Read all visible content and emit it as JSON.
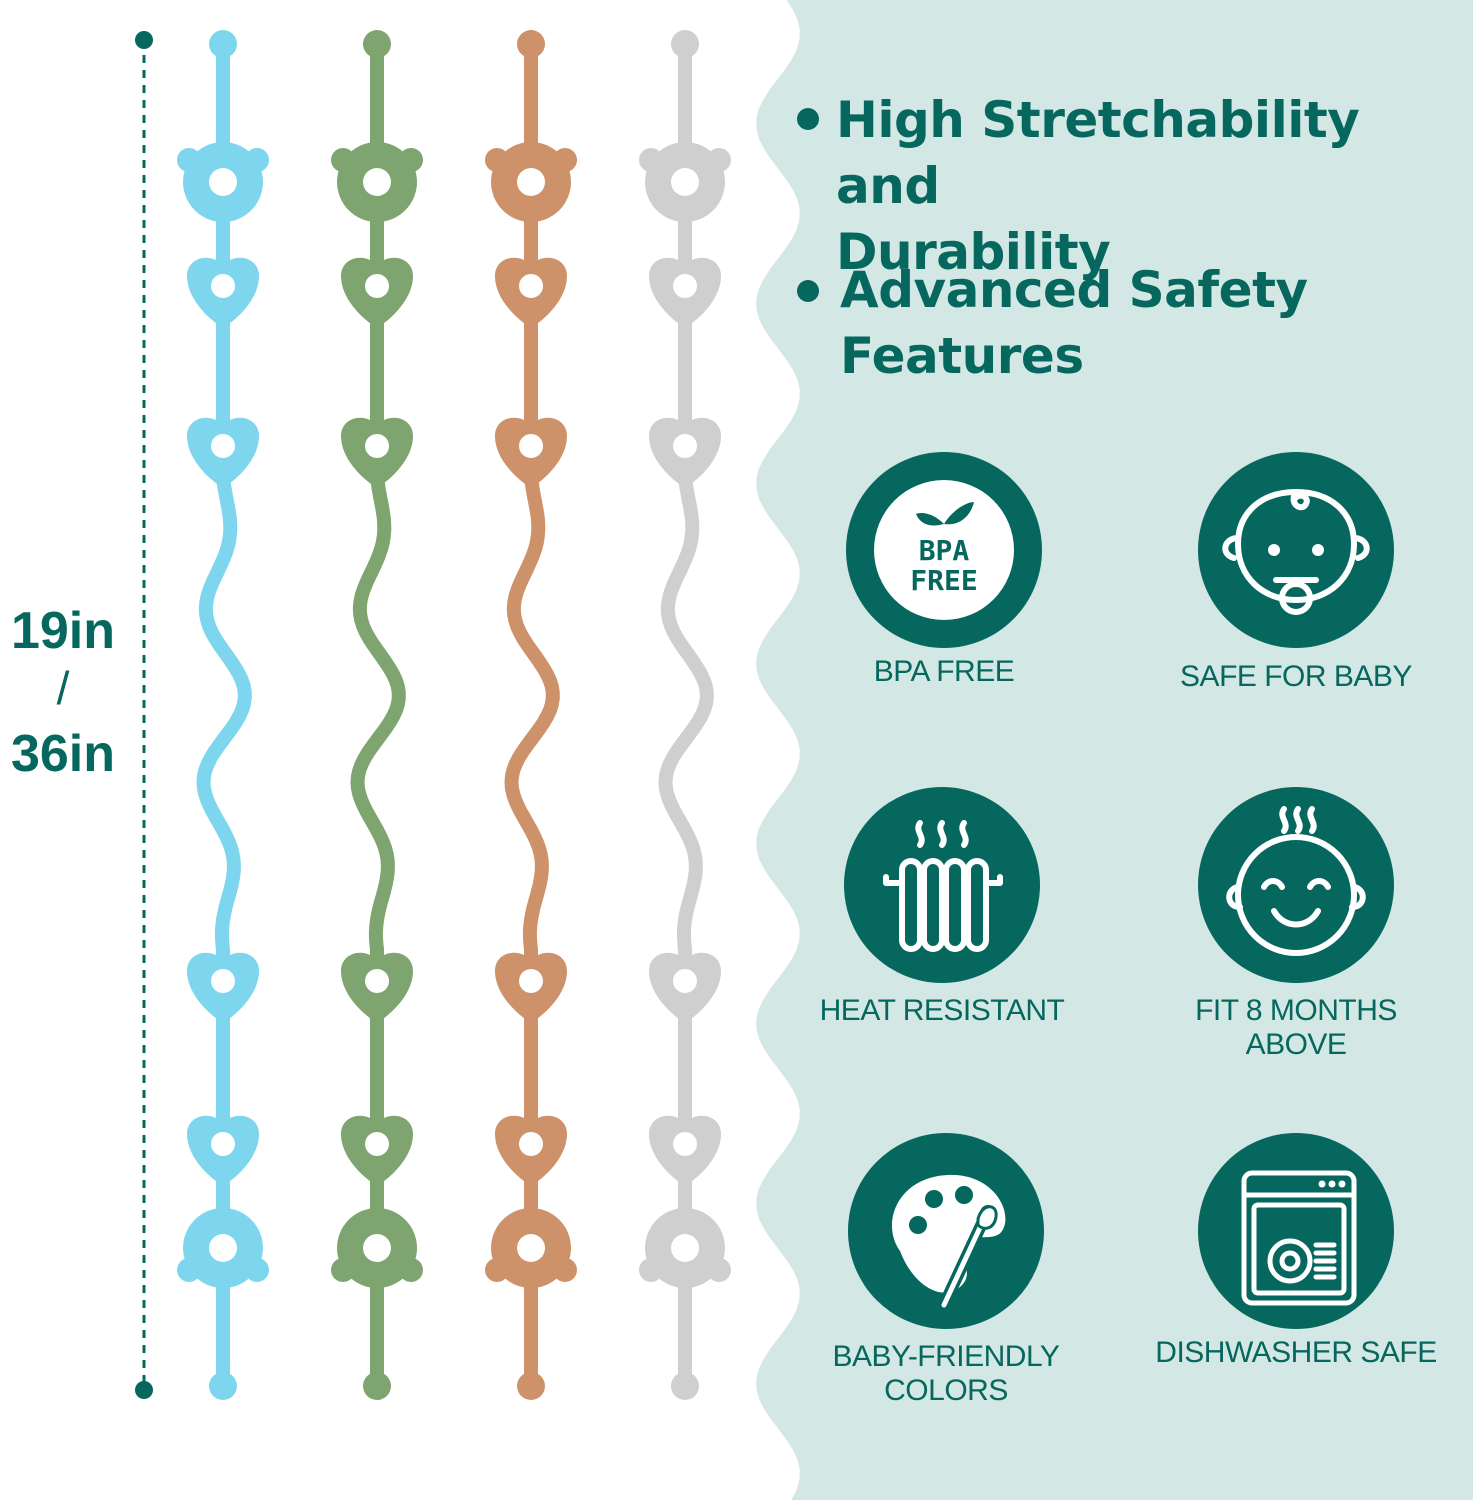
{
  "measurement": {
    "short_length": "19in",
    "separator": "/",
    "long_length": "36in"
  },
  "straps": [
    {
      "color_name": "blue",
      "color": "#7ed6ee"
    },
    {
      "color_name": "green",
      "color": "#7ea46f"
    },
    {
      "color_name": "brown",
      "color": "#cd9269"
    },
    {
      "color_name": "gray",
      "color": "#cfcfcf"
    }
  ],
  "headings": [
    {
      "line1": "High Stretchability and",
      "line2": "Durability"
    },
    {
      "line1": "Advanced Safety",
      "line2": "Features"
    }
  ],
  "features": [
    {
      "icon": "bpa-free-leaf-icon",
      "badge_line1": "BPA",
      "badge_line2": "FREE",
      "label_line1": "BPA FREE",
      "label_line2": ""
    },
    {
      "icon": "baby-pacifier-icon",
      "label_line1": "SAFE FOR BABY",
      "label_line2": ""
    },
    {
      "icon": "radiator-heat-icon",
      "label_line1": "HEAT RESISTANT",
      "label_line2": ""
    },
    {
      "icon": "smiling-baby-icon",
      "label_line1": "FIT 8 MONTHS",
      "label_line2": "ABOVE"
    },
    {
      "icon": "palette-brush-icon",
      "label_line1": "BABY-FRIENDLY",
      "label_line2": "COLORS"
    },
    {
      "icon": "dishwasher-icon",
      "label_line1": "DISHWASHER SAFE",
      "label_line2": ""
    }
  ],
  "colors": {
    "brand_teal": "#06675e",
    "panel_mint": "#d3e8e4",
    "background": "#ffffff"
  }
}
